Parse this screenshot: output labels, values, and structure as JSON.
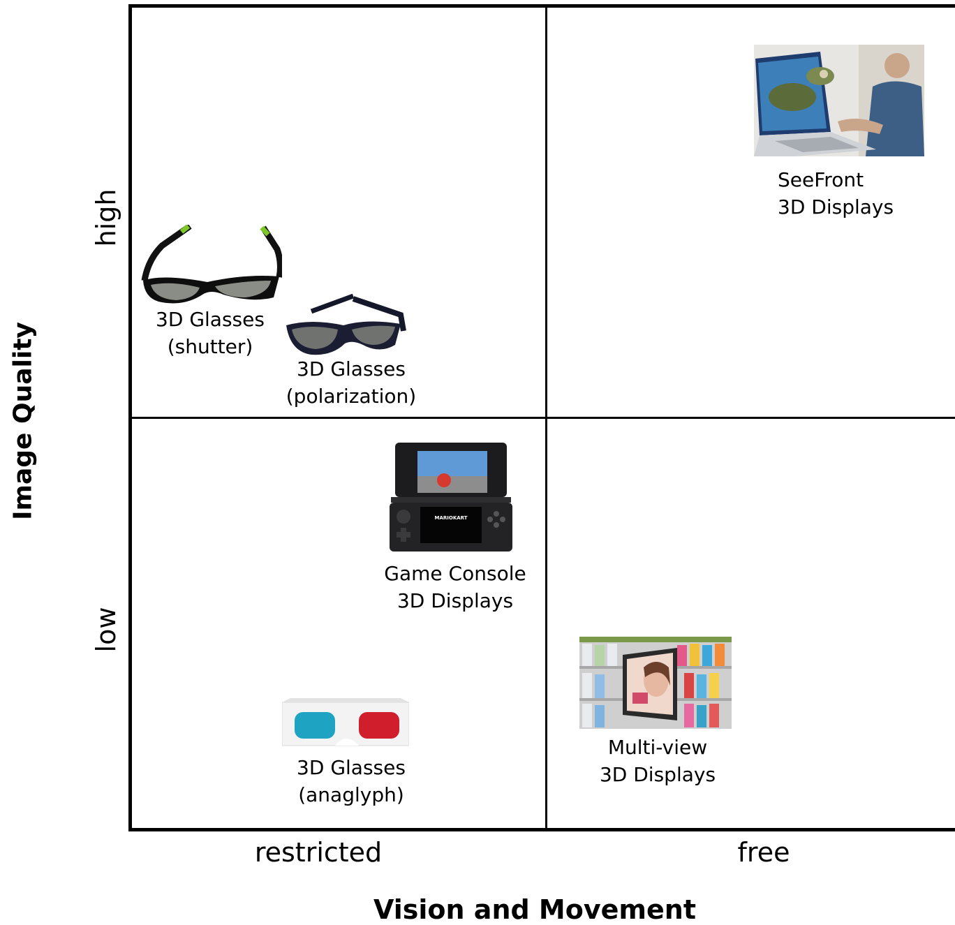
{
  "axes": {
    "y_title": "Image Quality",
    "x_title": "Vision and Movement",
    "y_ticks": [
      "high",
      "low"
    ],
    "x_ticks": [
      "restricted",
      "free"
    ]
  },
  "items": [
    {
      "id": "seefront",
      "quadrant": "high-free",
      "line1": "SeeFront",
      "line2": "3D Displays",
      "icon": "laptop-3d-display-photo"
    },
    {
      "id": "shutter",
      "quadrant": "high-restricted",
      "line1": "3D Glasses",
      "line2": "(shutter)",
      "icon": "shutter-glasses-photo"
    },
    {
      "id": "polarization",
      "quadrant": "high-restricted",
      "line1": "3D Glasses",
      "line2": "(polarization)",
      "icon": "polarization-glasses-photo"
    },
    {
      "id": "console",
      "quadrant": "low-restricted",
      "line1": "Game Console",
      "line2": "3D Displays",
      "icon": "handheld-console-photo"
    },
    {
      "id": "anaglyph",
      "quadrant": "low-restricted",
      "line1": "3D Glasses",
      "line2": "(anaglyph)",
      "icon": "anaglyph-glasses-photo"
    },
    {
      "id": "multiview",
      "quadrant": "low-free",
      "line1": "Multi-view",
      "line2": "3D Displays",
      "icon": "store-shelf-display-photo"
    }
  ]
}
